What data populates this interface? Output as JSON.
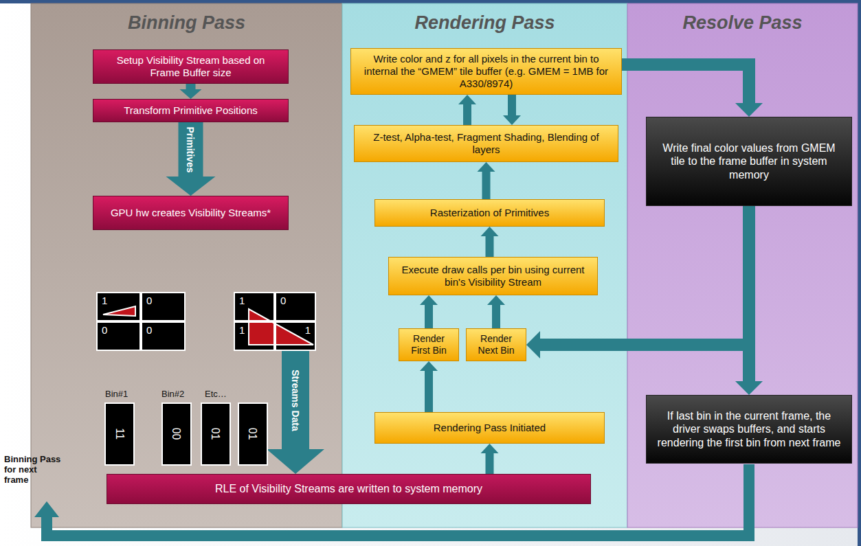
{
  "diagram": {
    "nodes": [
      {
        "text": [
          "Binning Pass"
        ]
      },
      {
        "text": [
          "Setup Visibility Stream based on Frame Buffer size"
        ],
        "in": 0
      },
      {
        "text": [
          "Transform Primitive Positions"
        ],
        "in": 0
      },
      {
        "text": [
          "GPU hw creates Visibility Streams*"
        ],
        "in": 0
      },
      {
        "text": [
          "1"
        ],
        "in": 0
      },
      {
        "text": [
          "0"
        ],
        "in": 0
      },
      {
        "text": [
          "0"
        ],
        "in": 0
      },
      {
        "text": [
          "0"
        ],
        "in": 0
      },
      {
        "text": [
          "1"
        ],
        "in": 0
      },
      {
        "text": [
          "0"
        ],
        "in": 0
      },
      {
        "text": [
          "1"
        ],
        "in": 0
      },
      {
        "text": [
          "1"
        ],
        "in": 0
      },
      {
        "text": [
          "11"
        ],
        "in": 0
      },
      {
        "text": [
          "00"
        ],
        "in": 0
      },
      {
        "text": [
          "01"
        ],
        "in": 0
      },
      {
        "text": [
          "01"
        ],
        "in": 0
      },
      {
        "text": [
          "RLE of Visibility Streams are written to system memory"
        ]
      },
      {
        "text": [
          "Rendering Pass"
        ]
      },
      {
        "text": [
          "Write color and z for all pixels in the current bin to internal the “GMEM” tile buffer (e.g. GMEM = 1MB for A330/8974)"
        ],
        "in": 17
      },
      {
        "text": [
          "Z-test, Alpha-test, Fragment Shading, Blending of layers"
        ],
        "in": 17
      },
      {
        "text": [
          "Rasterization of Primitives"
        ],
        "in": 17
      },
      {
        "text": [
          "Execute draw calls per bin using current bin's Visibility Stream"
        ],
        "in": 17
      },
      {
        "text": [
          "Render First Bin"
        ],
        "in": 17
      },
      {
        "text": [
          "Render Next Bin"
        ],
        "in": 17
      },
      {
        "text": [
          "Rendering Pass Initiated"
        ],
        "in": 17
      },
      {
        "text": [
          "Resolve Pass"
        ]
      },
      {
        "text": [
          "Write final color values from GMEM tile to the frame buffer in system memory"
        ],
        "in": 25
      },
      {
        "text": [
          "If last bin in the current frame, the driver swaps buffers, and starts rendering the first bin from next frame"
        ],
        "in": 25
      }
    ],
    "edges": [
      {
        "from": 1,
        "to": 2,
        "arrow": "to"
      },
      {
        "from": 2,
        "to": 3,
        "label": "Primitives",
        "arrow": "to"
      },
      {
        "from": 11,
        "to": 16,
        "label": "Streams Data",
        "arrow": "to"
      },
      {
        "from": 16,
        "to": 24,
        "arrow": "to"
      },
      {
        "from": 24,
        "to": 22,
        "arrow": "to"
      },
      {
        "from": 22,
        "to": 21,
        "arrow": "to"
      },
      {
        "from": 23,
        "to": 21,
        "arrow": "to"
      },
      {
        "from": 21,
        "to": 20,
        "arrow": "to"
      },
      {
        "from": 20,
        "to": 19,
        "arrow": "to"
      },
      {
        "from": 19,
        "to": 18,
        "arrow": "to"
      },
      {
        "from": 18,
        "to": 19,
        "arrow": "to"
      },
      {
        "from": 18,
        "to": 26,
        "arrow": "to"
      },
      {
        "from": 26,
        "to": 27,
        "arrow": "to"
      },
      {
        "from": 26,
        "to": 23,
        "arrow": "to"
      }
    ],
    "labels": [
      "Bin#1",
      "Bin#2",
      "Etc…",
      "Binning Pass for next frame"
    ]
  }
}
